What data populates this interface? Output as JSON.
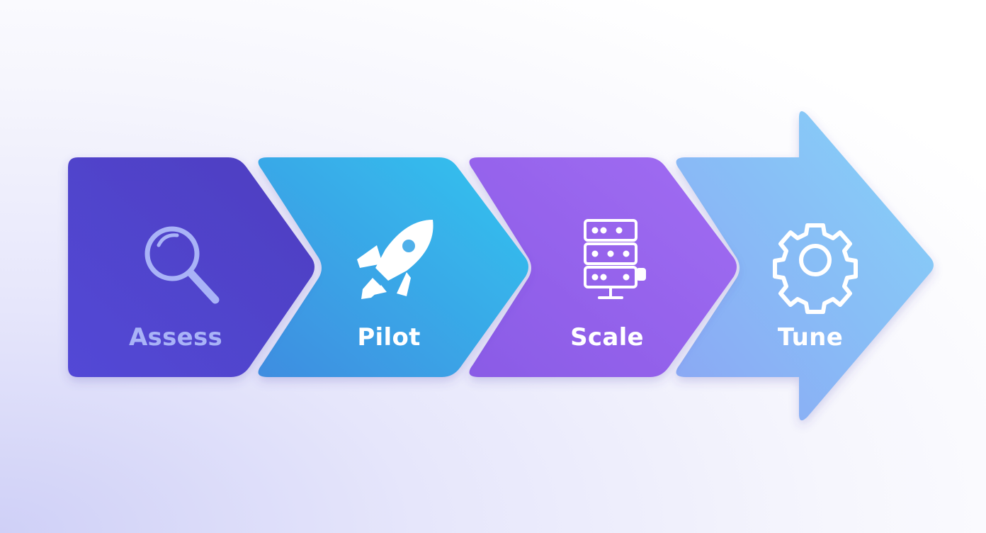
{
  "diagram": {
    "type": "process-chevron",
    "steps": [
      {
        "label": "Assess",
        "icon": "magnifier-icon",
        "color_start": "#5248d6",
        "color_end": "#4f3fc0",
        "label_color": "#a9b3f7"
      },
      {
        "label": "Pilot",
        "icon": "rocket-icon",
        "color_start": "#3f8de0",
        "color_end": "#33c4ef",
        "label_color": "#ffffff"
      },
      {
        "label": "Scale",
        "icon": "server-icon",
        "color_start": "#8a5be6",
        "color_end": "#a16cf2",
        "label_color": "#ffffff"
      },
      {
        "label": "Tune",
        "icon": "gear-icon",
        "color_start": "#8ba6f4",
        "color_end": "#86d3f8",
        "label_color": "#ffffff"
      }
    ]
  }
}
